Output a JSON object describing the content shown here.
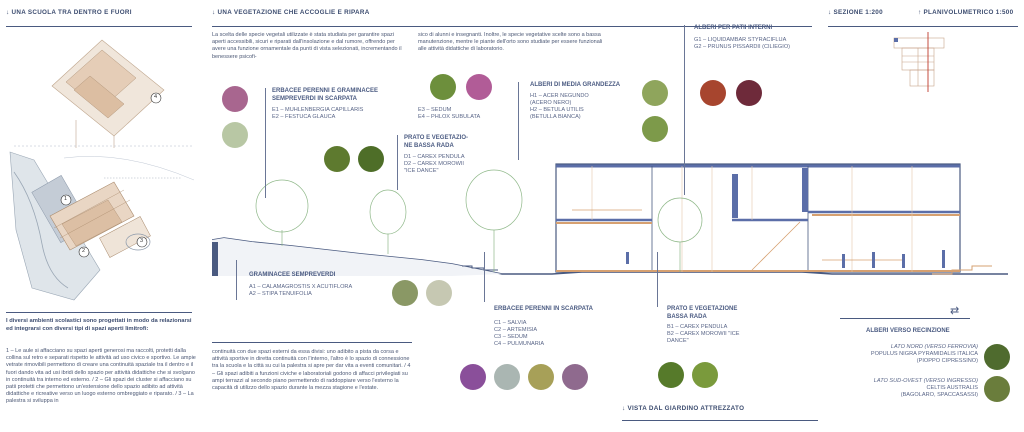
{
  "headers": {
    "school": "↓ UNA SCUOLA TRA DENTRO E FUORI",
    "vegetation": "↓ UNA VEGETAZIONE CHE ACCOGLIE E RIPARA",
    "section": "↓ SEZIONE 1:200",
    "plan": "↑ PLANIVOLUMETRICO 1:500",
    "garden": "↓ VISTA DAL GIARDINO ATTREZZATO"
  },
  "intro": {
    "col1": "La scelta delle specie vegetali utilizzate è stata studiata per garantire spazi aperti accessibili, sicuri e riparati dall'insolazione e dal rumore, offrendo per avere una funzione ornamentale da punti di vista selezionati, incrementando il benessere psicofi-",
    "col2": "sico di alunni e insegnanti. Inoltre, le specie vegetative scelte sono a bassa manutenzione, mentre le piante dell'orto sono studiate per essere funzionali alle attività didattiche di laboratorio."
  },
  "left_text": {
    "bold": "I diversi ambienti scolastici sono progettati in modo da relazionarsi ed integrarsi con diversi tipi di spazi aperti limitrofi:",
    "body": "1 – Le aule si affacciano su spazi aperti generosi ma raccolti, protetti dalla collina sul retro e separati rispetto le attività ad uso civico e sportivo. Le ampie vetrate rimovibili permettono di creare una continuità spaziale tra il dentro e il fuori dando vita ad usi ibridi dello spazio per attività didattiche che si svolgano in continuità tra interno ed esterno. / 2 – Gli spazi dei cluster si affacciano su patii protetti che permettono un'estensione dello spazio adibito ad attività didattiche e ricreative verso un luogo esterno ombreggiato e riparato. / 3 – La palestra si sviluppa in"
  },
  "bottom_text": "continuità con due spazi esterni da essa divisi: uno adibito a pista da corsa e attività sportive in diretta continuità con l'interno, l'altro è lo spazio di connessione tra la scuola e la città su cui la palestra si apre per dar vita a eventi comunitari. / 4 – Gli spazi adibiti a funzioni civiche e laboratoriali godono di affacci privilegiati su ampi terrazzi al secondo piano permettendo di raddoppiare verso l'esterno la capacità di utilizzo dello spazio durante la mezza stagione e l'estate.",
  "groups": {
    "erbacee_top": {
      "title": "ERBACEE PERENNI E GRAMINACEE\nSEMPREVERDI IN SCARPATA",
      "items": "E1 – MUHLENBERGIA CAPILLARIS\nE2 – FESTUCA GLAUCA"
    },
    "e34": {
      "items": "E3 – SEDUM\nE4 – PHLOX SUBULATA"
    },
    "prato_top": {
      "title": "PRATO E VEGETAZIO-\nNE BASSA RADA",
      "items": "D1 – CAREX PENDULA\nD2 – CAREX MOROWII\n\"ICE DANCE\""
    },
    "alberi_media": {
      "title": "ALBERI DI MEDIA GRANDEZZA",
      "items": "H1 – ACER NEGUNDO\n(ACERO NERO)\nH2 – BETULA UTILIS\n(BETULLA BIANCA)"
    },
    "alberi_patii": {
      "title": "ALBERI PER PATII INTERNI",
      "items": "G1 – LIQUIDAMBAR STYRACIFLUA\nG2 – PRUNUS PISSARDII (CILIEGIO)"
    },
    "graminacee": {
      "title": "GRAMINACEE SEMPREVERDI",
      "items": "A1 – CALAMAGROSTIS X ACUTIFLORA\nA2 – STIPA TENUIFOLIA"
    },
    "erbacee_bottom": {
      "title": "ERBACEE PERENNI IN SCARPATA",
      "items": "C1 – SALVIA\nC2 – ARTEMISIA\nC3 – SEDUM\nC4 – PULMUNARIA"
    },
    "prato_bottom": {
      "title": "PRATO E VEGETAZIONE\nBASSA RADA",
      "items": "B1 – CAREX PENDULA\nB2 – CAREX MOROWII \"ICE\nDANCE\""
    },
    "recinzione": {
      "title": "ALBERI VERSO RECINZIONE",
      "nord_label": "LATO NORD  (VERSO FERROVIA)",
      "nord_items": "POPULUS NIGRA PYRAMIDALIS ITALICA\n(PIOPPO CIPRESSINO)",
      "sud_label": "LATO SUD-OVEST  (VERSO INGRESSO)",
      "sud_items": "CELTIS AUSTRALIS\n(BAGOLARO, SPACCASASSI)"
    }
  },
  "plan_numbers": [
    "1",
    "2",
    "3",
    "4"
  ],
  "arrows_icon": "⇄",
  "colors": {
    "ink": "#3d4d70",
    "accent_blue": "#5b6ea8",
    "building_floor": "#d6a070",
    "tree_green": "#8fb889",
    "purple_plant": "#9b5f8a",
    "sage_plant": "#b6c3a4",
    "plan_fill": "#e3c8b0",
    "water_fill": "#b8c4cf"
  }
}
